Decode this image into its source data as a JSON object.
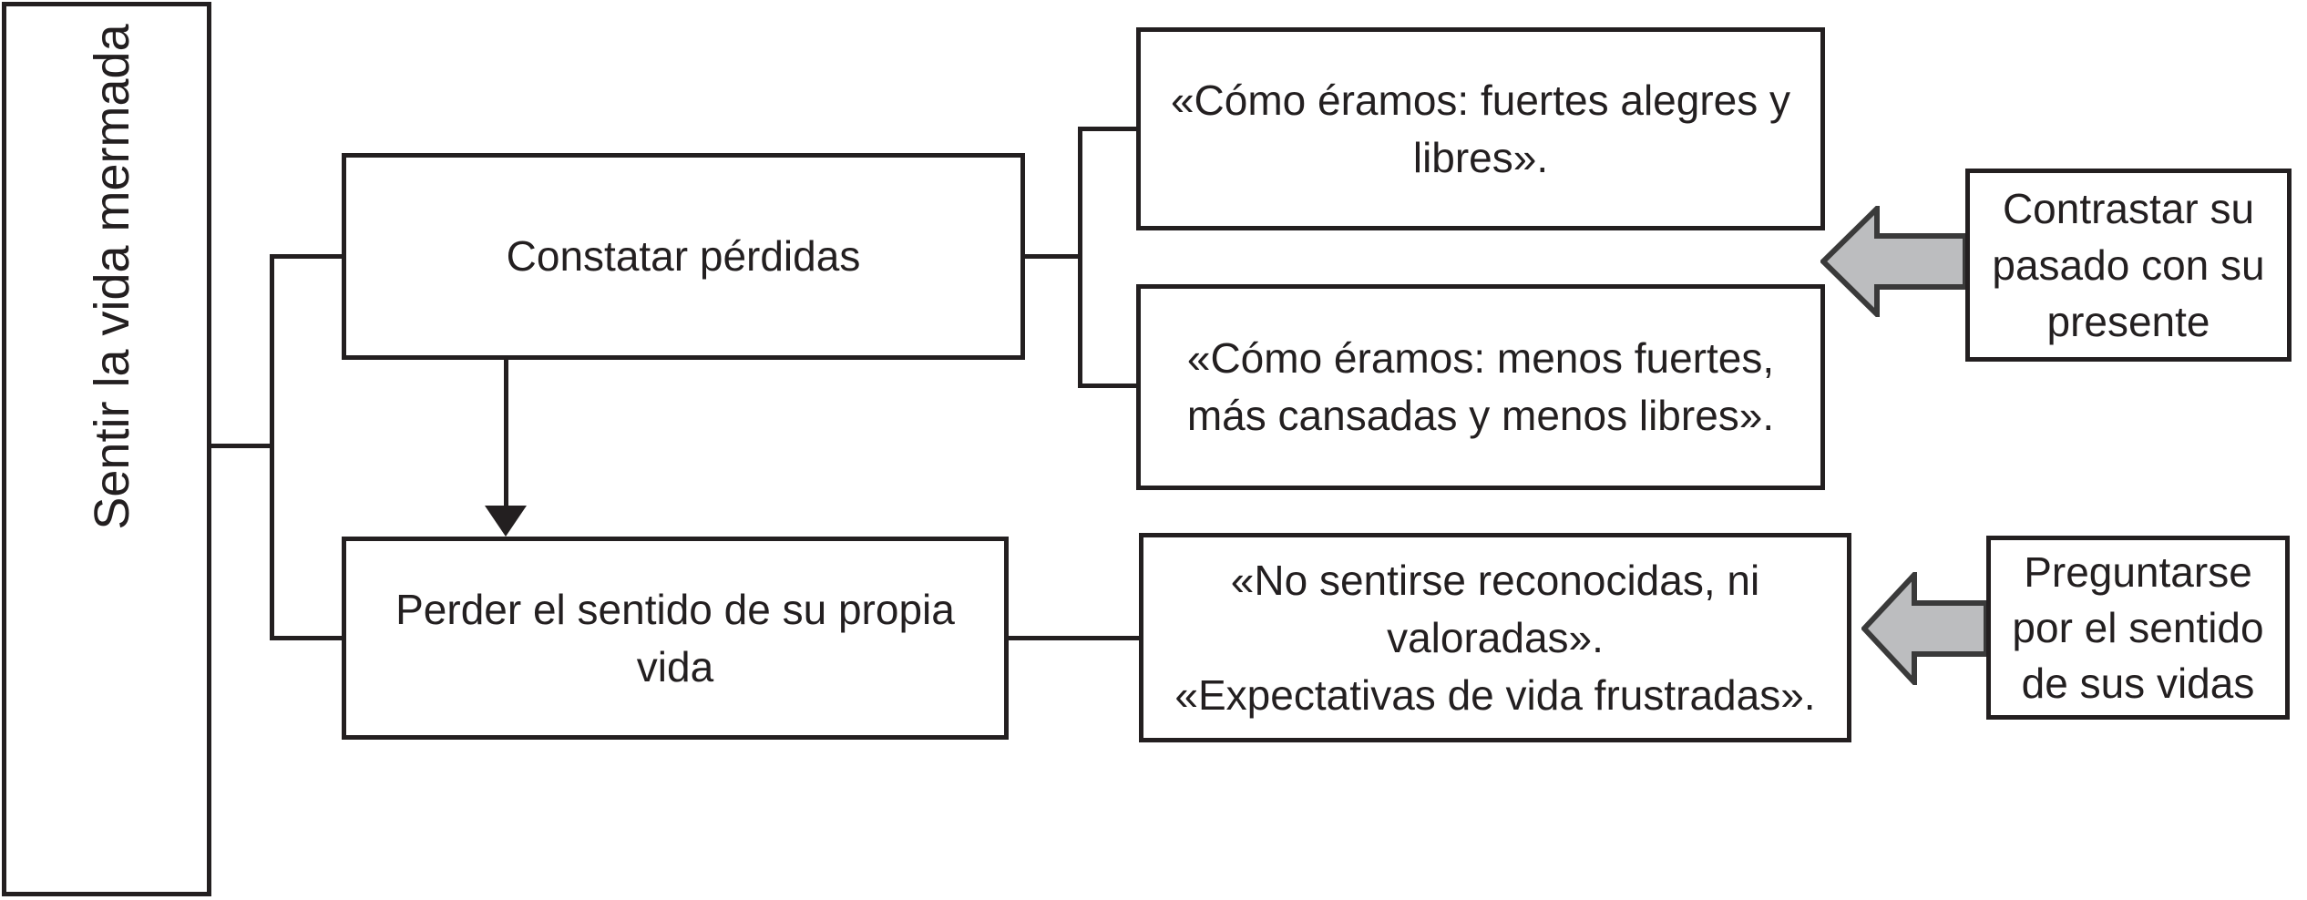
{
  "figure": {
    "background_color": "#ffffff",
    "line_color": "#231f20",
    "arrow_fill_color": "#bcbdbf",
    "arrow_stroke_color": "#3a3a3a"
  },
  "root": {
    "label": "Sentir la vida mermada"
  },
  "level1": {
    "constatar": {
      "label": "Constatar pérdidas"
    },
    "perder": {
      "line1": "Perder el sentido de su propia",
      "line2": "vida"
    }
  },
  "quotes": {
    "q1": {
      "line1": "«Cómo éramos: fuertes alegres y",
      "line2": "libres»."
    },
    "q2": {
      "line1": "«Cómo éramos: menos fuertes,",
      "line2": "más cansadas y menos libres»."
    },
    "q3": {
      "line1": "«No sentirse reconocidas, ni",
      "line2": "valoradas».",
      "line3": "«Expectativas de vida frustradas»."
    }
  },
  "side_notes": {
    "contrastar": {
      "line1": "Contrastar su",
      "line2": "pasado con su",
      "line3": "presente"
    },
    "preguntarse": {
      "line1": "Preguntarse",
      "line2": "por el sentido",
      "line3": "de sus vidas"
    }
  }
}
